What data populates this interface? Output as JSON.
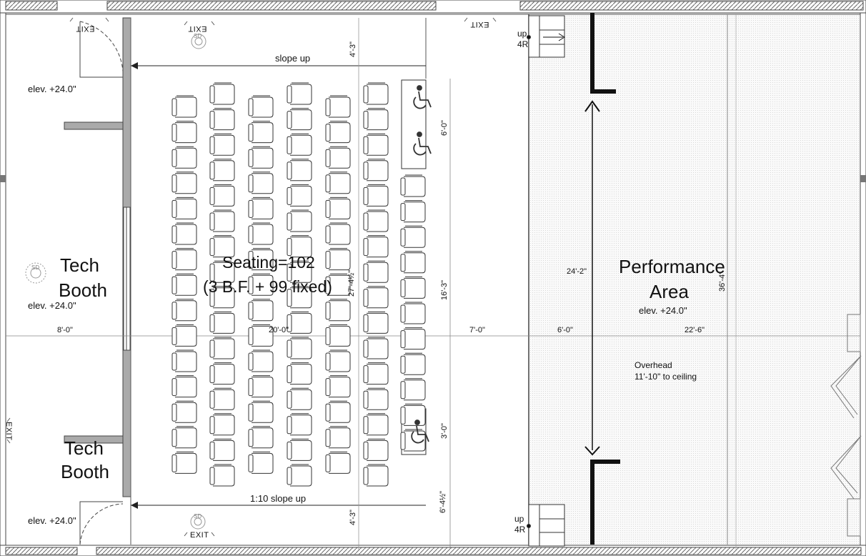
{
  "rooms": {
    "tech_booth_top": {
      "line1": "Tech",
      "line2": "Booth"
    },
    "tech_booth_bottom": {
      "line1": "Tech",
      "line2": "Booth"
    },
    "performance": {
      "line1": "Performance",
      "line2": "Area"
    },
    "seating": {
      "line1": "Seating=102",
      "line2": "(3 B.F. + 99 fixed)"
    }
  },
  "elevations": {
    "booth_a": "elev. +24.0\"",
    "booth_b": "elev. +24.0\"",
    "booth_c": "elev. +24.0\"",
    "performance": "elev. +24.0\""
  },
  "notes": {
    "slope_top": "slope up",
    "slope_bottom": "1:10 slope up",
    "stair_top": {
      "line1": "up",
      "line2": "4R"
    },
    "stair_bottom": {
      "line1": "up",
      "line2": "4R"
    },
    "overhead": {
      "line1": "Overhead",
      "line2": "11'-10\" to ceiling"
    }
  },
  "exits": [
    "EXIT",
    "EXIT",
    "EXIT",
    "EXIT",
    "EXIT"
  ],
  "smoke_detectors": [
    "SD",
    "SD",
    "SD"
  ],
  "dimensions": {
    "h1": "8'-0\"",
    "h2": "20'-0\"",
    "h3": "7'-0\"",
    "h4": "6'-0\"",
    "h5": "22'-6\"",
    "v_top_aisle": "4'-3\"",
    "v_bottom_aisle": "4'-3\"",
    "v_wc_top": "6'-0\"",
    "v_mid": "16'-3\"",
    "v_wc_bottom": "3'-0\"",
    "v_bottom": "6'-4½\"",
    "v_seating": "27'-4½\"",
    "v_stage_span": "24'-2\"",
    "v_overall": "36'-4\""
  },
  "seating_layout": {
    "columns": [
      {
        "rows": 15
      },
      {
        "rows": 16
      },
      {
        "rows": 15
      },
      {
        "rows": 16
      },
      {
        "rows": 15
      },
      {
        "rows": 16
      },
      {
        "rows": 11
      }
    ],
    "accessible_spaces": 3
  }
}
